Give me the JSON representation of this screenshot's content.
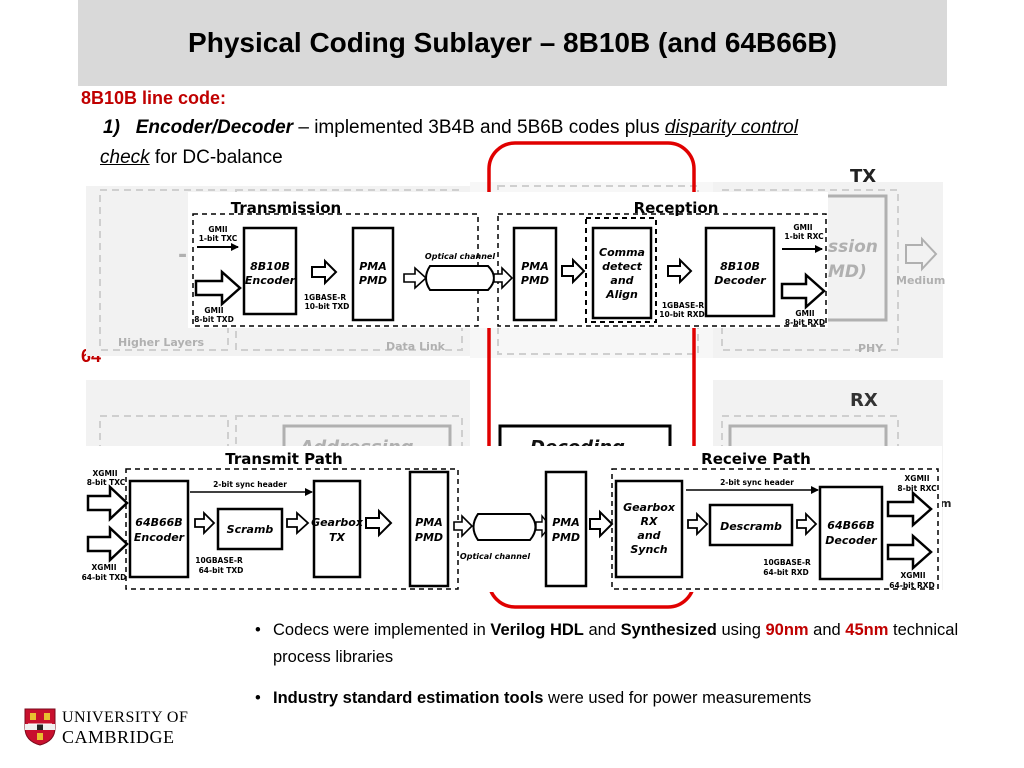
{
  "title": "Physical Coding Sublayer – 8B10B (and 64B66B)",
  "section_8b10b": {
    "heading": "8B10B line code:",
    "item_number": "1)",
    "item_label": "Encoder/Decoder",
    "item_dash": " – implemented 3B4B and 5B6B codes plus ",
    "item_link": "disparity control",
    "line2_link": "check",
    "line2_text": " for DC-balance"
  },
  "section_64b66b": {
    "heading_fragment": "64"
  },
  "background_diagram": {
    "tx_label": "TX",
    "rx_label": "RX",
    "higher_layers": "Higher Layers",
    "data_link": "Data Link",
    "phy": "PHY",
    "medium": "Medium",
    "ssion_fragment": "ssion",
    "md_fragment": "MD)",
    "addressing": "Addressing",
    "decoding": "Decoding",
    "m_fragment": "m"
  },
  "diagram_8b10b": {
    "transmission_title": "Transmission",
    "reception_title": "Reception",
    "gmii_txc": [
      "GMII",
      "1-bit TXC"
    ],
    "gmii_txd": [
      "GMII",
      "8-bit TXD"
    ],
    "encoder": [
      "8B10B",
      "Encoder"
    ],
    "tx_bus": [
      "1GBASE-R",
      "10-bit TXD"
    ],
    "pma_tx": [
      "PMA",
      "PMD"
    ],
    "optical": "Optical channel",
    "pma_rx": [
      "PMA",
      "PMD"
    ],
    "comma": [
      "Comma",
      "detect",
      "and",
      "Align"
    ],
    "rx_bus": [
      "1GBASE-R",
      "10-bit RXD"
    ],
    "decoder": [
      "8B10B",
      "Decoder"
    ],
    "gmii_rxc": [
      "GMII",
      "1-bit RXC"
    ],
    "gmii_rxd": [
      "GMII",
      "8-bit RXD"
    ]
  },
  "diagram_64b66b": {
    "transmit_title": "Transmit Path",
    "receive_title": "Receive Path",
    "xgmii_txc": [
      "XGMII",
      "8-bit TXC"
    ],
    "xgmii_txd": [
      "XGMII",
      "64-bit TXD"
    ],
    "encoder": [
      "64B66B",
      "Encoder"
    ],
    "sync_tx": "2-bit sync header",
    "scramb": "Scramb",
    "tx_bus": [
      "10GBASE-R",
      "64-bit TXD"
    ],
    "gearbox_tx": [
      "Gearbox",
      "TX"
    ],
    "pma_tx": [
      "PMA",
      "PMD"
    ],
    "optical": "Optical channel",
    "pma_rx": [
      "PMA",
      "PMD"
    ],
    "gearbox_rx": [
      "Gearbox",
      "RX",
      "and",
      "Synch"
    ],
    "sync_rx": "2-bit sync header",
    "descramb": "Descramb",
    "rx_bus": [
      "10GBASE-R",
      "64-bit RXD"
    ],
    "decoder": [
      "64B66B",
      "Decoder"
    ],
    "xgmii_rxc": [
      "XGMII",
      "8-bit RXC"
    ],
    "xgmii_rxd": [
      "XGMII",
      "64-bit RXD"
    ]
  },
  "bullets": {
    "b1": {
      "t1": "Codecs were implemented in ",
      "hdl": "Verilog HDL",
      "t2": " and ",
      "synth": "Synthesized",
      "t3": " using ",
      "nm90": "90nm",
      "t4": " and ",
      "nm45": "45nm",
      "t5": " technical process libraries"
    },
    "b2": {
      "tools": "Industry standard estimation tools",
      "rest": " were used for power measurements"
    }
  },
  "logo": {
    "line1": "UNIVERSITY OF",
    "line2": "CAMBRIDGE"
  },
  "colors": {
    "accent_red": "#c00000",
    "highlight_red": "#e00000",
    "title_bg": "#d9d9d9"
  }
}
